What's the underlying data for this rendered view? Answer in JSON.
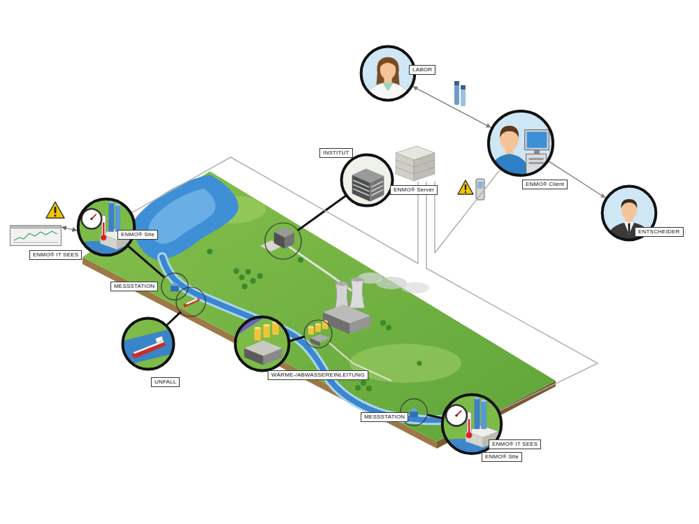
{
  "diagram": {
    "nodes": [
      {
        "text": [
          "LABOR"
        ]
      },
      {
        "text": [
          "ENMO® Client"
        ]
      },
      {
        "text": [
          "ENTSCHEIDER"
        ]
      },
      {
        "text": [
          "INSTITUT"
        ]
      },
      {
        "text": [
          "ENMO® Server"
        ]
      },
      {
        "text": [
          "ENMO® Site"
        ]
      },
      {
        "text": [
          "ENMO® IT SEES"
        ]
      },
      {
        "text": [
          "MESSSTATION"
        ]
      },
      {
        "text": [
          "UNFALL"
        ]
      },
      {
        "text": [
          "WÄRME-/ABWASSEREINLEITUNG"
        ]
      },
      {
        "text": [
          "MESSSTATION"
        ]
      },
      {
        "text": [
          "ENMO® IT SEES",
          "ENMO® Site"
        ]
      }
    ],
    "edges": [
      {
        "from": 0,
        "to": 1,
        "arrow": "both"
      },
      {
        "from": 1,
        "to": 2,
        "arrow": "to"
      },
      {
        "from": 4,
        "to": 1,
        "arrow": "none"
      },
      {
        "from": 4,
        "to": 5,
        "arrow": "none"
      },
      {
        "from": 4,
        "to": 11,
        "arrow": "none"
      },
      {
        "from": 6,
        "to": 5,
        "arrow": "both"
      },
      {
        "from": 5,
        "to": 7,
        "arrow": "none"
      },
      {
        "from": 10,
        "to": 11,
        "arrow": "none"
      }
    ]
  }
}
